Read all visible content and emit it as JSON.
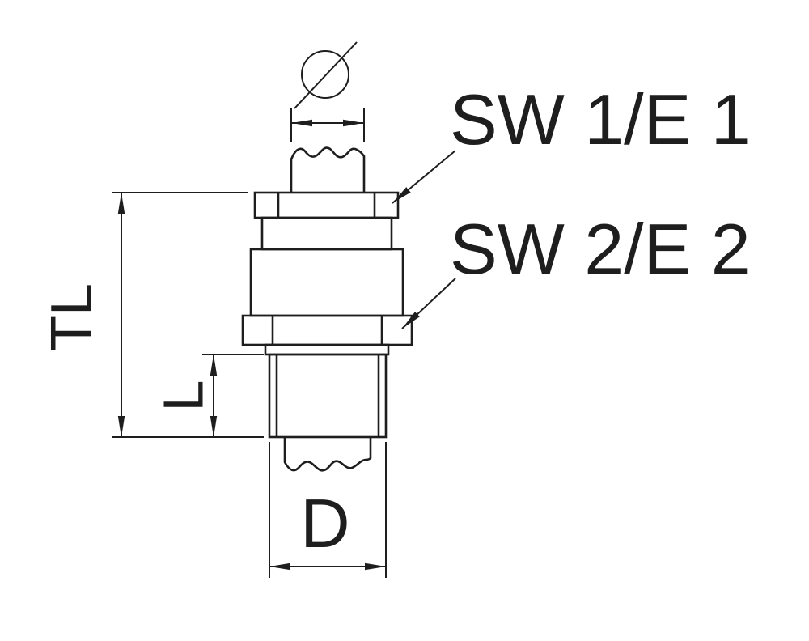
{
  "drawing": {
    "labels": {
      "sw1": "SW 1/E 1",
      "sw2": "SW 2/E 2",
      "tl": "TL",
      "l": "L",
      "d": "D"
    },
    "symbols": {
      "cable_diameter": "Ø"
    },
    "colors": {
      "ink": "#1e1e1e",
      "background": "#ffffff"
    }
  }
}
